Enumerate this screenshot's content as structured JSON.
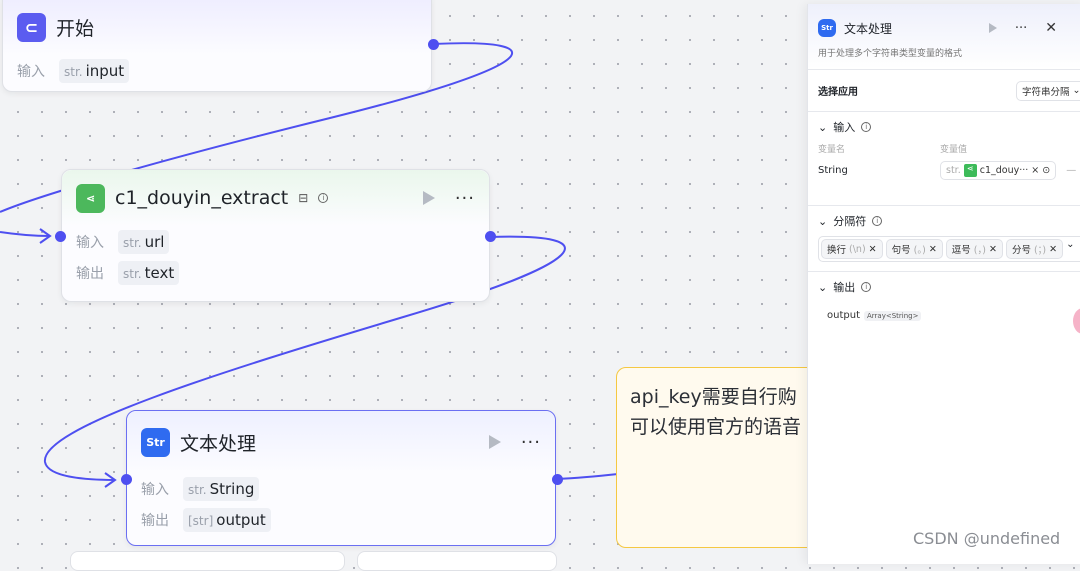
{
  "nodes": {
    "start": {
      "title": "开始",
      "input_label": "输入",
      "input_type": "str.",
      "input_name": "input"
    },
    "extract": {
      "title": "c1_douyin_extract",
      "input_label": "输入",
      "input_type": "str.",
      "input_name": "url",
      "output_label": "输出",
      "output_type": "str.",
      "output_name": "text"
    },
    "text_proc": {
      "title": "文本处理",
      "icon_text": "Str",
      "input_label": "输入",
      "input_type": "str.",
      "input_name": "String",
      "output_label": "输出",
      "output_type": "[str]",
      "output_name": "output"
    }
  },
  "note": {
    "line1": "api_key需要自行购",
    "line2": "可以使用官方的语音"
  },
  "panel": {
    "title": "文本处理",
    "icon_text": "Str",
    "description": "用于处理多个字符串类型变量的格式",
    "select_app_label": "选择应用",
    "select_app_value": "字符串分隔",
    "input_section": "输入",
    "var_name_header": "变量名",
    "var_value_header": "变量值",
    "var_name": "String",
    "var_type": "str.",
    "var_ref": "c1_douy···",
    "separator_section": "分隔符",
    "separators": [
      {
        "label": "换行",
        "sym": "(\\n)"
      },
      {
        "label": "句号",
        "sym": "(。)"
      },
      {
        "label": "逗号",
        "sym": "(，)"
      },
      {
        "label": "分号",
        "sym": "(；)"
      }
    ],
    "output_section": "输出",
    "output_name": "output",
    "output_type": "Array<String>"
  },
  "watermark": "CSDN @undefined",
  "colors": {
    "edge": "#4e4ff0",
    "accent": "#4d53e8",
    "note_border": "#f5c842",
    "green": "#3dbb5a"
  }
}
